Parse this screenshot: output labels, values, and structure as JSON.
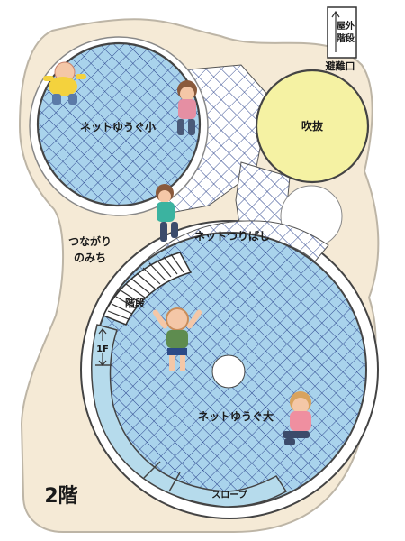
{
  "floor_label": "2階",
  "areas": {
    "net_small": "ネットゆうぐ小",
    "net_large": "ネットゆうぐ大",
    "atrium": "吹抜",
    "net_bridge": "ネットつりばし",
    "connecting_path_line1": "つながり",
    "connecting_path_line2": "のみち",
    "stairs": "階段",
    "to_1f": "1F",
    "slope": "スロープ",
    "emergency_exit": "避難口",
    "outdoor_stairs_line1": "屋外",
    "outdoor_stairs_line2": "階段"
  },
  "colors": {
    "background": "#ffffff",
    "floor": "#f5ead6",
    "floor_outline": "#bdb5a6",
    "net_fill": "#a9d3ec",
    "net_lines": "#28408a",
    "atrium_fill": "#f5f2a3",
    "slope_fill": "#b6dbec"
  }
}
